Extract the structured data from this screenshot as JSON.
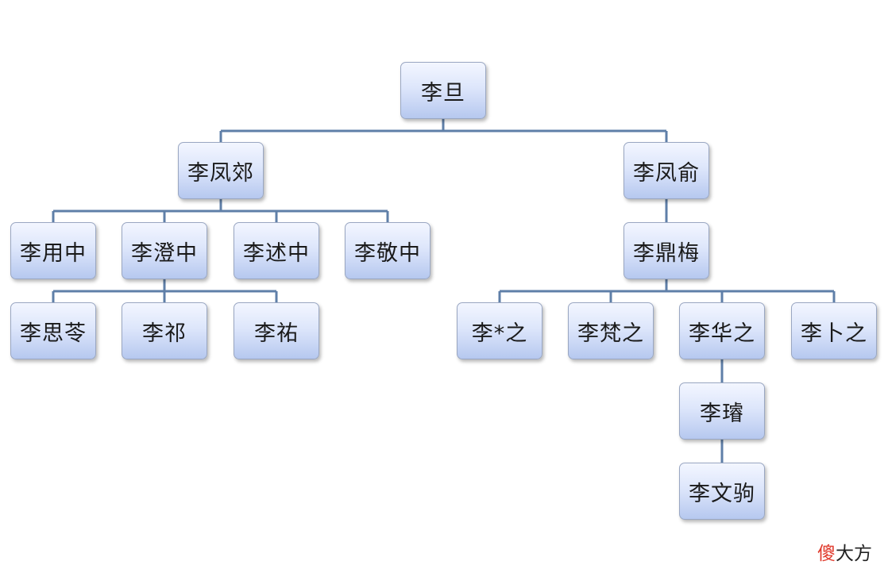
{
  "tree": {
    "id": "n1",
    "label": "李旦",
    "children": [
      {
        "id": "n2",
        "label": "李凤郊",
        "children": [
          {
            "id": "n4",
            "label": "李用中",
            "children": []
          },
          {
            "id": "n5",
            "label": "李澄中",
            "children": [
              {
                "id": "n8",
                "label": "李思苓",
                "children": []
              },
              {
                "id": "n9",
                "label": "李祁",
                "children": []
              },
              {
                "id": "n10",
                "label": "李祐",
                "children": []
              }
            ]
          },
          {
            "id": "n6",
            "label": "李述中",
            "children": []
          },
          {
            "id": "n7",
            "label": "李敬中",
            "children": []
          }
        ]
      },
      {
        "id": "n3",
        "label": "李凤俞",
        "children": [
          {
            "id": "n11",
            "label": "李鼎梅",
            "children": [
              {
                "id": "n12",
                "label": "李*之",
                "children": []
              },
              {
                "id": "n13",
                "label": "李梵之",
                "children": []
              },
              {
                "id": "n14",
                "label": "李华之",
                "children": [
                  {
                    "id": "n16",
                    "label": "李璿",
                    "children": [
                      {
                        "id": "n17",
                        "label": "李文驹",
                        "children": []
                      }
                    ]
                  }
                ]
              },
              {
                "id": "n15",
                "label": "李卜之",
                "children": []
              }
            ]
          }
        ]
      }
    ]
  },
  "watermark": {
    "accent": "傻",
    "rest": "大方"
  },
  "colors": {
    "connector": "#5f7fa8",
    "box_border": "#9aa7c2",
    "box_gradient_top": "#f3f6ff",
    "box_gradient_bottom": "#b6c8ef",
    "watermark_accent": "#e0392b"
  }
}
